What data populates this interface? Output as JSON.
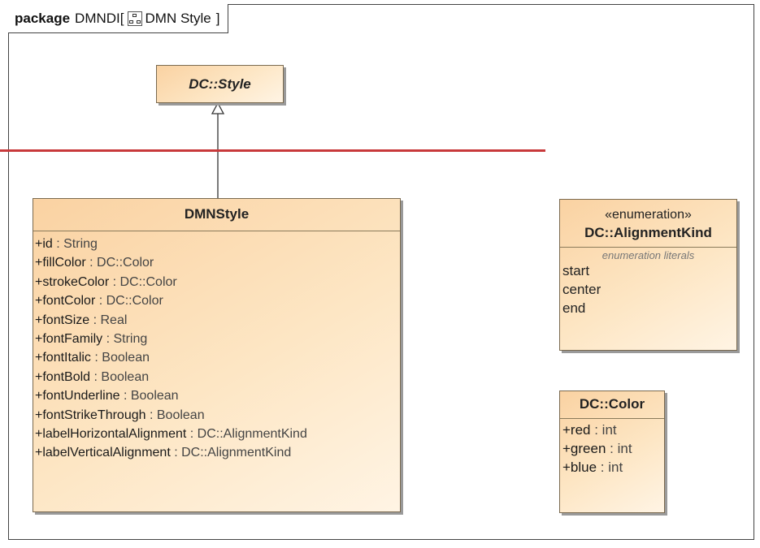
{
  "package": {
    "keyword": "package",
    "name": "DMNDI",
    "bracket_open": "[",
    "diagram_name": "DMN Style",
    "bracket_close": "]"
  },
  "classes": {
    "style": {
      "name": "DC::Style"
    },
    "dmnstyle": {
      "name": "DMNStyle",
      "attributes": [
        {
          "name": "+id",
          "type": " : String"
        },
        {
          "name": "+fillColor",
          "type": " : DC::Color"
        },
        {
          "name": "+strokeColor",
          "type": " : DC::Color"
        },
        {
          "name": "+fontColor",
          "type": " : DC::Color"
        },
        {
          "name": "+fontSize",
          "type": " : Real"
        },
        {
          "name": "+fontFamily",
          "type": " : String"
        },
        {
          "name": "+fontItalic",
          "type": " : Boolean"
        },
        {
          "name": "+fontBold",
          "type": " : Boolean"
        },
        {
          "name": "+fontUnderline",
          "type": " : Boolean"
        },
        {
          "name": "+fontStrikeThrough",
          "type": " : Boolean"
        },
        {
          "name": "+labelHorizontalAlignment",
          "type": " : DC::AlignmentKind"
        },
        {
          "name": "+labelVerticalAlignment",
          "type": " : DC::AlignmentKind"
        }
      ]
    },
    "alignment": {
      "stereotype": "«enumeration»",
      "name": "DC::AlignmentKind",
      "literals_title": "enumeration literals",
      "literals": [
        "start",
        "center",
        "end"
      ]
    },
    "color": {
      "name": "DC::Color",
      "attributes": [
        {
          "name": "+red",
          "type": " : int"
        },
        {
          "name": "+green",
          "type": " : int"
        },
        {
          "name": "+blue",
          "type": " : int"
        }
      ]
    }
  },
  "colors": {
    "red_line": "#c8393b",
    "class_fill": "#fde6c4"
  }
}
